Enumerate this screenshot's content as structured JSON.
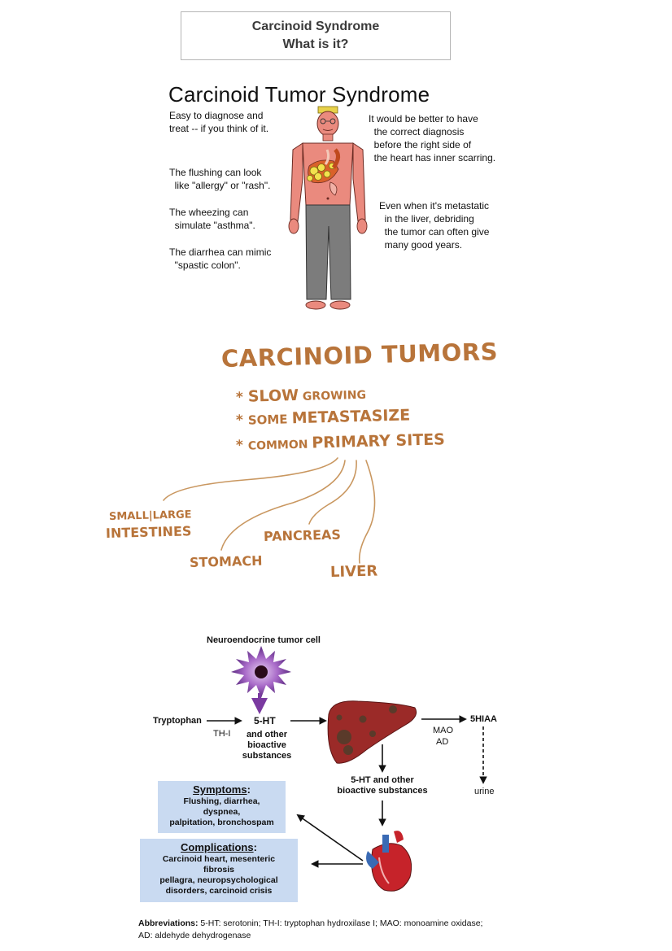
{
  "header": {
    "line1": "Carcinoid Syndrome",
    "line2": "What is it?"
  },
  "syndrome": {
    "title": "Carcinoid Tumor Syndrome",
    "notes": {
      "easy_diagnose": "Easy to diagnose and\ntreat -- if you think of it.",
      "flushing": "The flushing can look\n  like \"allergy\" or \"rash\".",
      "wheezing": "The wheezing can\n  simulate \"asthma\".",
      "diarrhea": "The diarrhea can mimic\n  \"spastic colon\".",
      "diagnosis": "It would be better to have\n  the correct diagnosis\n  before the right side of\n  the heart has inner scarring.",
      "metastatic": "Even when it's metastatic\n  in the liver, debriding\n  the tumor can often give\n  many good years."
    }
  },
  "tumors": {
    "title": "CARCINOID TUMORS",
    "bullets": [
      {
        "a": "SLOW",
        "b": " GROWING"
      },
      {
        "a": "SOME ",
        "b": "METASTASIZE"
      },
      {
        "a": "COMMON ",
        "b": "PRIMARY SITES"
      }
    ],
    "sites": {
      "intestines_1": "SMALL|LARGE",
      "intestines_2": "INTESTINES",
      "stomach": "STOMACH",
      "pancreas": "PANCREAS",
      "liver": "LIVER"
    },
    "color": "#b8743a"
  },
  "pathway": {
    "cell_label": "Neuroendocrine tumor cell",
    "tryptophan": "Tryptophan",
    "th_i": "TH-I",
    "ht5": "5-HT",
    "ht5_other": [
      "and other",
      "bioactive",
      "substances"
    ],
    "mao": "MAO",
    "ad": "AD",
    "hiaa": "5HIAA",
    "urine": "urine",
    "ht5_bottom": [
      "5-HT and other",
      "bioactive substances"
    ],
    "symptoms": {
      "head": "Symptoms",
      "lines": [
        "Flushing, diarrhea,",
        "dyspnea,",
        "palpitation,  bronchospam"
      ]
    },
    "complications": {
      "head": "Complications",
      "lines": [
        "Carcinoid heart, mesenteric",
        "fibrosis",
        "pellagra, neuropsychological",
        "disorders, carcinoid crisis"
      ]
    },
    "box_color": "#c9daf1"
  },
  "abbreviations": {
    "label": "Abbreviations:",
    "line1": " 5-HT: serotonin; TH-I: tryptophan hydroxilase I; MAO: monoamine oxidase;",
    "line2": "AD: aldehyde dehydrogenase"
  }
}
